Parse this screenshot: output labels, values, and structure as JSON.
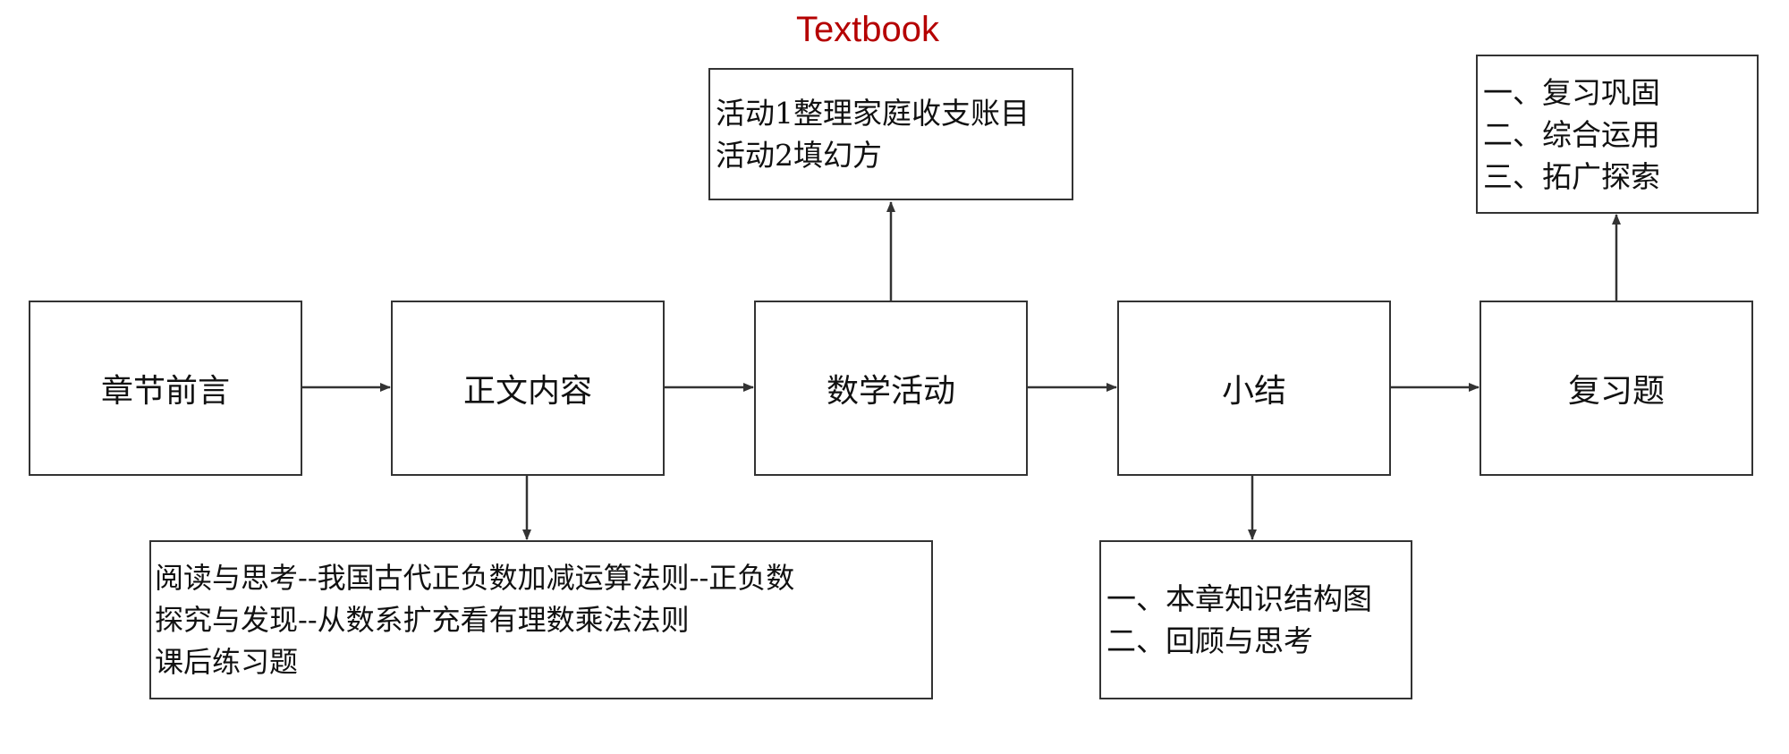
{
  "title": "Textbook",
  "nodes": {
    "preface": "章节前言",
    "main_content": "正文内容",
    "math_activity": "数学活动",
    "summary": "小结",
    "review": "复习题"
  },
  "details": {
    "activities": [
      "活动1整理家庭收支账目",
      "活动2填幻方"
    ],
    "review_items": [
      "一、复习巩固",
      "二、综合运用",
      "三、拓广探索"
    ],
    "content_items": [
      "阅读与思考--我国古代正负数加减运算法则--正负数",
      "探究与发现--从数系扩充看有理数乘法法则",
      "课后练习题"
    ],
    "summary_items": [
      "一、本章知识结构图",
      "二、回顾与思考"
    ]
  },
  "colors": {
    "title": "#b50000",
    "line": "#333333"
  }
}
